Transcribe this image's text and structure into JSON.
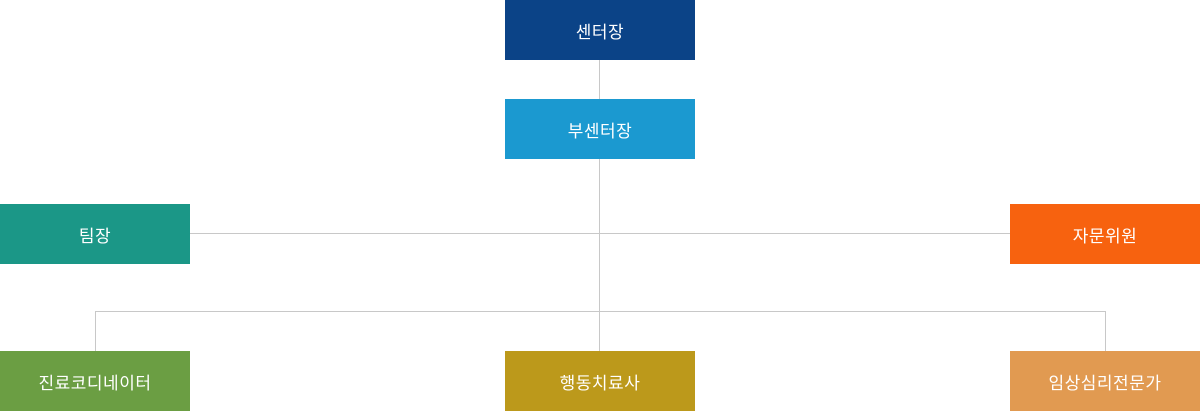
{
  "org_chart": {
    "director": {
      "label": "센터장",
      "color": "#0b4387"
    },
    "deputy_director": {
      "label": "부센터장",
      "color": "#1b99d0"
    },
    "team_leader": {
      "label": "팀장",
      "color": "#1b9787"
    },
    "advisory_committee": {
      "label": "자문위원",
      "color": "#f7620f"
    },
    "care_coordinator": {
      "label": "진료코디네이터",
      "color": "#6b9e43"
    },
    "behavior_therapist": {
      "label": "행동치료사",
      "color": "#bc991b"
    },
    "clinical_psychologist": {
      "label": "임상심리전문가",
      "color": "#e19a51"
    },
    "connector_color": "#c8c8c8"
  }
}
